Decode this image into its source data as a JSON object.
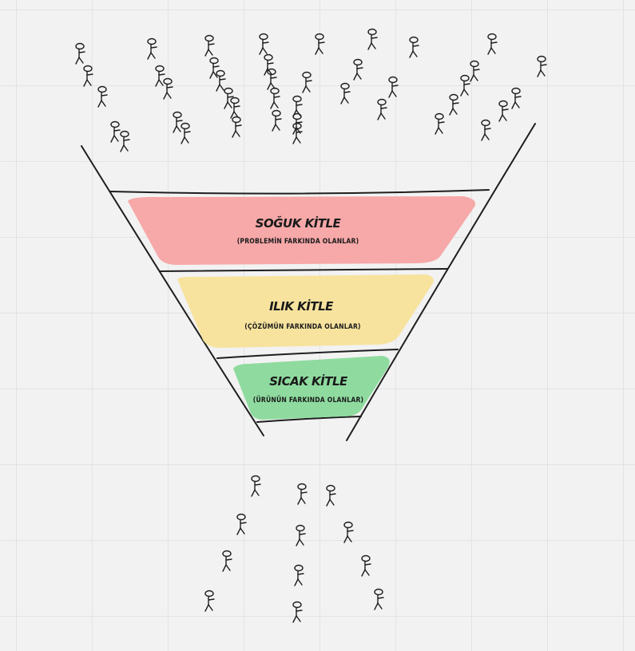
{
  "stages": [
    {
      "title": "SOĞUK KİTLE",
      "subtitle": "(PROBLEMİN FARKINDA OLANLAR)",
      "color": "#f7a8a8"
    },
    {
      "title": "ILIK KİTLE",
      "subtitle": "(ÇÖZÜMÜN FARKINDA OLANLAR)",
      "color": "#f7e39e"
    },
    {
      "title": "SICAK KİTLE",
      "subtitle": "(ÜRÜNÜN FARKINDA OLANLAR)",
      "color": "#8fdb9f"
    }
  ],
  "line_color": "#1e1e1e",
  "icons": {
    "person": "stick-figure-icon"
  }
}
